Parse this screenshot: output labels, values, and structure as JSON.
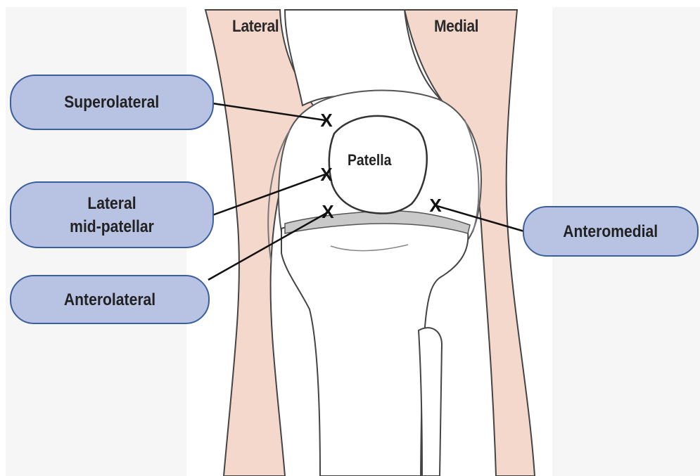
{
  "orientation": {
    "lateral": "Lateral",
    "medial": "Medial"
  },
  "patella_label": "Patella",
  "callouts": {
    "superolateral": "Superolateral",
    "lateral_mid_patellar": "Lateral\nmid-patellar",
    "anterolateral": "Anterolateral",
    "anteromedial": "Anteromedial"
  },
  "markers": [
    "X",
    "X",
    "X",
    "X"
  ],
  "colors": {
    "callout_fill": "#b8c2e3",
    "callout_border": "#3b5f9e",
    "skin": "#f5d8cc",
    "background_panel": "#f6f6f6",
    "outline": "#555555"
  }
}
